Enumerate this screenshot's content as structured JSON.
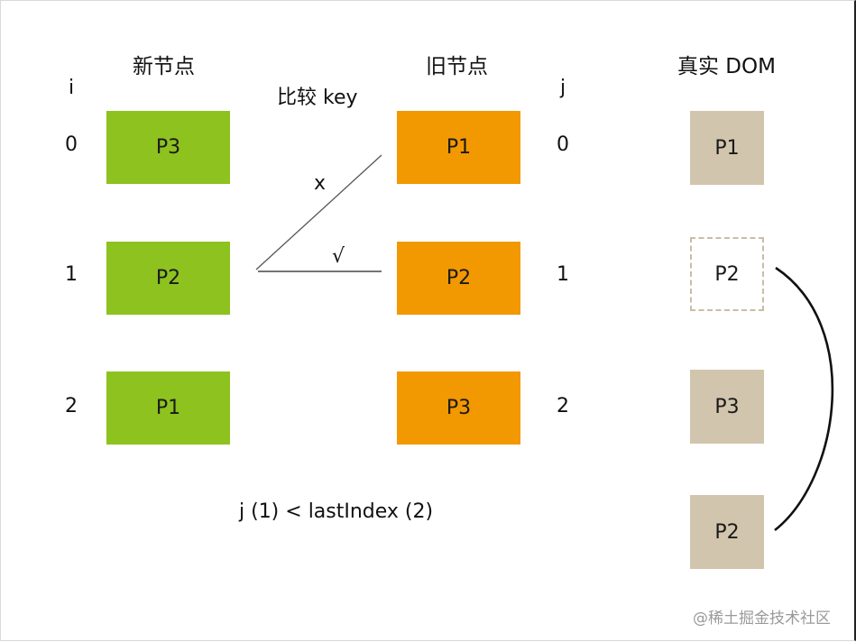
{
  "headers": {
    "new_nodes": "新节点",
    "old_nodes": "旧节点",
    "real_dom": "真实 DOM",
    "compare_key": "比较 key"
  },
  "index_labels": {
    "i": "i",
    "j": "j",
    "i_values": [
      "0",
      "1",
      "2"
    ],
    "j_values": [
      "0",
      "1",
      "2"
    ]
  },
  "new_nodes": [
    "P3",
    "P2",
    "P1"
  ],
  "old_nodes": [
    "P1",
    "P2",
    "P3"
  ],
  "real_dom": [
    "P1",
    "P2",
    "P3",
    "P2"
  ],
  "marks": {
    "mismatch": "x",
    "match": "√"
  },
  "condition": "j (1) < lastIndex (2)",
  "watermark": "@稀土掘金技术社区",
  "colors": {
    "new_node": "#8dc21f",
    "old_node": "#f29800",
    "dom_node": "#d2c5ad",
    "moved_placeholder_border": "#c9bda6"
  }
}
